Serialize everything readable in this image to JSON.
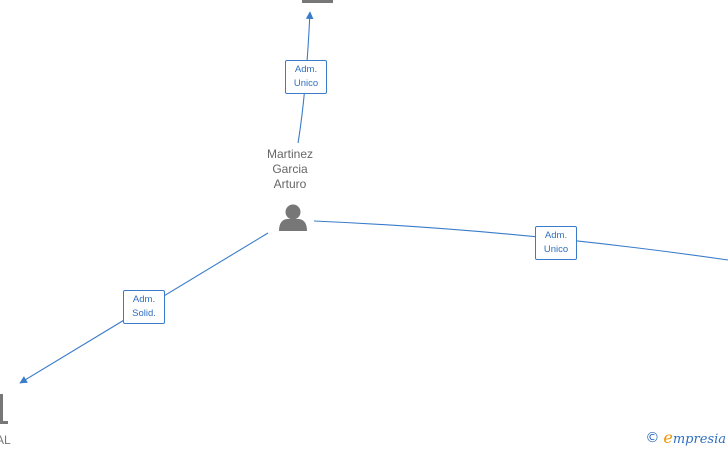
{
  "person": {
    "name_lines": [
      "Martinez",
      "Garcia",
      "Arturo"
    ],
    "icon": "person-icon"
  },
  "edges": [
    {
      "id": "top",
      "label_lines": [
        "Adm.",
        "Unico"
      ]
    },
    {
      "id": "right",
      "label_lines": [
        "Adm.",
        "Unico"
      ]
    },
    {
      "id": "left",
      "label_lines": [
        "Adm.",
        "Solid."
      ]
    }
  ],
  "partial_node_label": "AL",
  "watermark": {
    "copyright": "©",
    "brand_initial": "e",
    "brand_rest": "mpresia"
  },
  "colors": {
    "edge": "#3a7cc9",
    "label_text": "#2f6fbf",
    "node_icon": "#777777",
    "brand_orange": "#f39200"
  }
}
